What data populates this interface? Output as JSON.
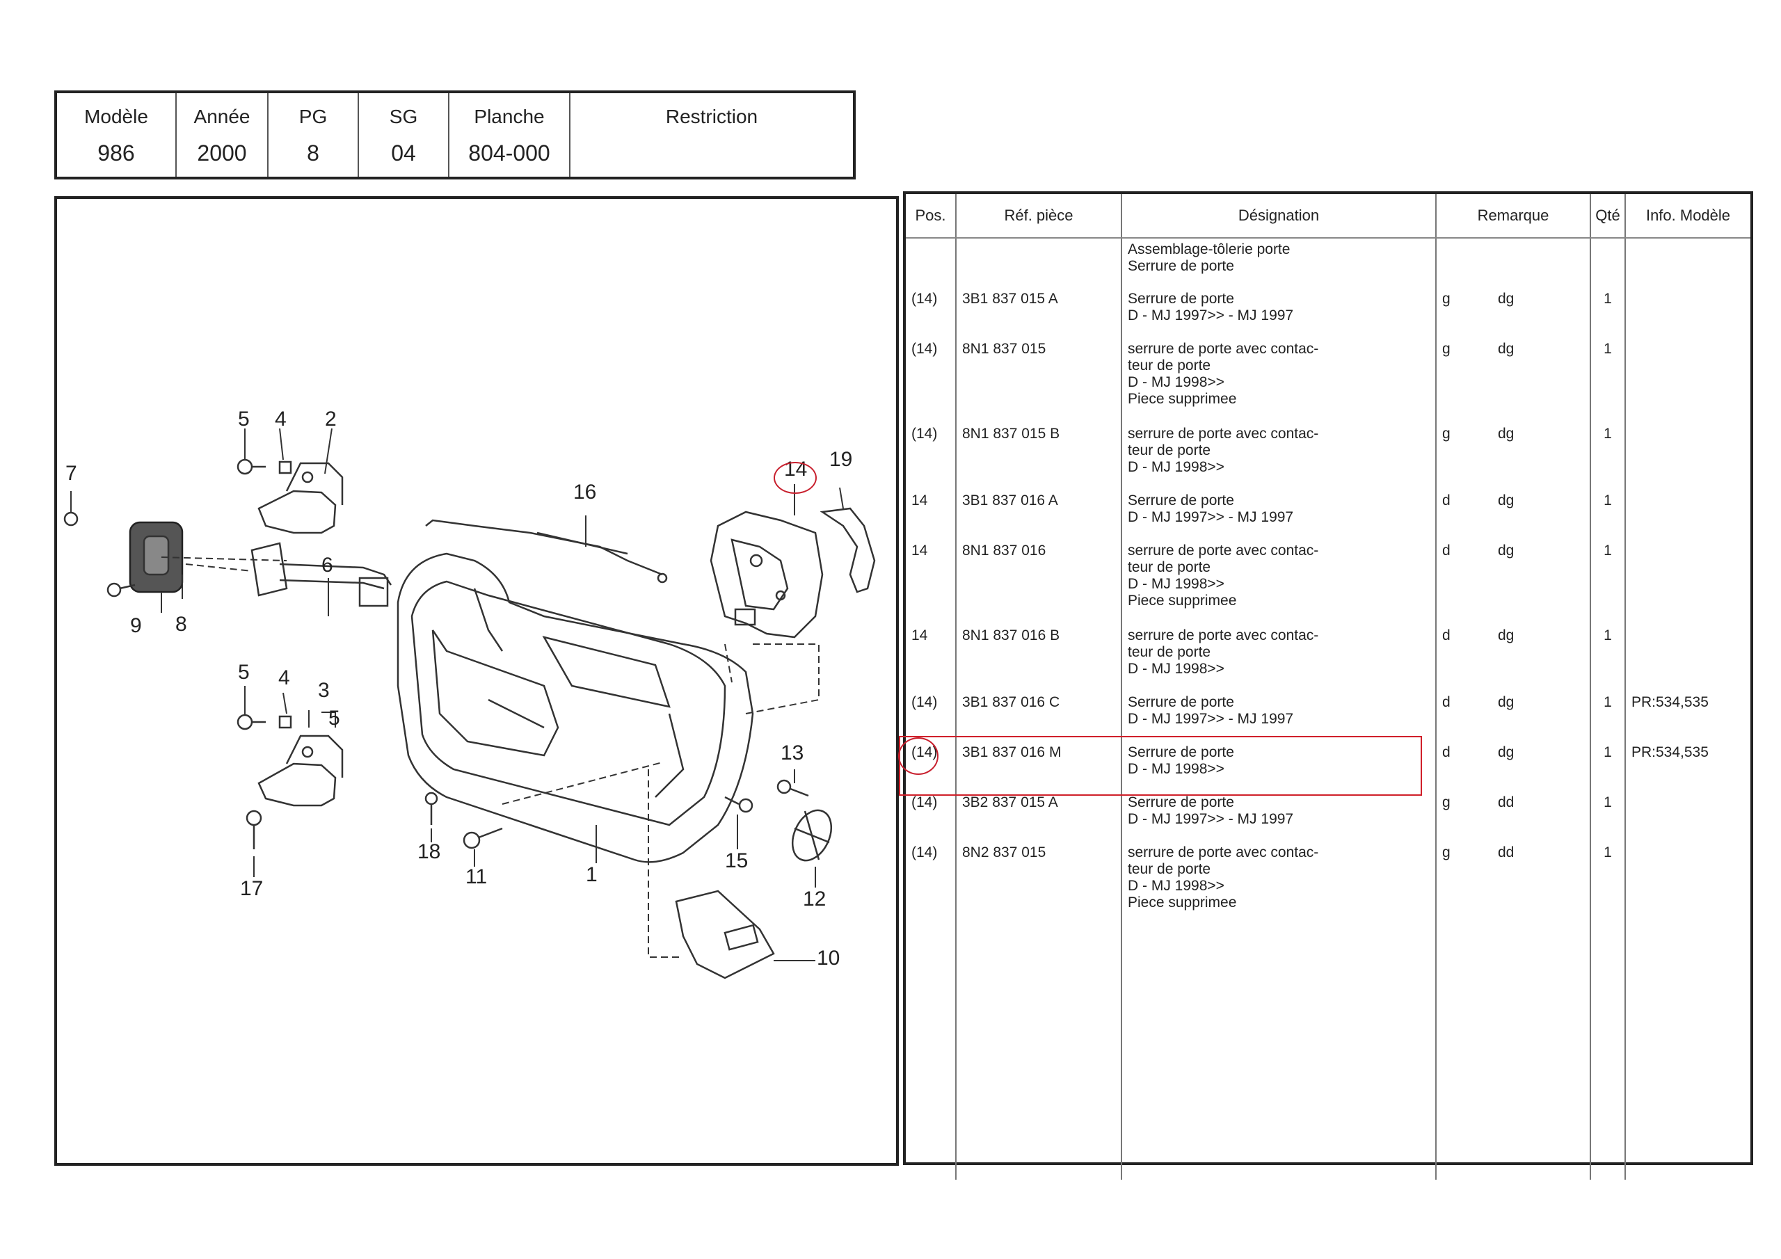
{
  "header": {
    "labels": [
      "Modèle",
      "Année",
      "PG",
      "SG",
      "Planche",
      "Restriction"
    ],
    "values": [
      "986",
      "2000",
      "8",
      "04",
      "804-000",
      ""
    ]
  },
  "diagram": {
    "callouts": [
      "1",
      "2",
      "3",
      "4",
      "4",
      "5",
      "5",
      "5",
      "6",
      "7",
      "8",
      "9",
      "10",
      "11",
      "12",
      "13",
      "14",
      "15",
      "16",
      "17",
      "18",
      "19"
    ]
  },
  "parts": {
    "columns": [
      "Pos.",
      "Réf. pièce",
      "Désignation",
      "Remarque",
      "Qté",
      "Info. Modèle"
    ],
    "rows": [
      {
        "pos": "",
        "ref": "",
        "des": [
          "Assemblage-tôlerie porte",
          "Serrure de porte"
        ],
        "rem1": "",
        "rem2": "",
        "qty": "",
        "info": ""
      },
      {
        "pos": "(14)",
        "ref": "3B1 837 015 A",
        "des": [
          "Serrure de porte",
          "D -    MJ 1997>> -    MJ 1997"
        ],
        "rem1": "g",
        "rem2": "dg",
        "qty": "1",
        "info": ""
      },
      {
        "pos": "(14)",
        "ref": "8N1 837 015",
        "des": [
          "serrure de porte avec contac-",
          "teur de porte",
          "D -    MJ 1998>>",
          "Piece supprimee"
        ],
        "rem1": "g",
        "rem2": "dg",
        "qty": "1",
        "info": ""
      },
      {
        "pos": "(14)",
        "ref": "8N1 837 015 B",
        "des": [
          "serrure de porte avec contac-",
          "teur de porte",
          "D -    MJ 1998>>"
        ],
        "rem1": "g",
        "rem2": "dg",
        "qty": "1",
        "info": ""
      },
      {
        "pos": "14",
        "ref": "3B1 837 016 A",
        "des": [
          "Serrure de porte",
          "D -    MJ 1997>> -    MJ 1997"
        ],
        "rem1": "d",
        "rem2": "dg",
        "qty": "1",
        "info": ""
      },
      {
        "pos": "14",
        "ref": "8N1 837 016",
        "des": [
          "serrure de porte avec contac-",
          "teur de porte",
          "D -    MJ 1998>>",
          "Piece supprimee"
        ],
        "rem1": "d",
        "rem2": "dg",
        "qty": "1",
        "info": ""
      },
      {
        "pos": "14",
        "ref": "8N1 837 016 B",
        "des": [
          "serrure de porte avec contac-",
          "teur de porte",
          "D -    MJ 1998>>"
        ],
        "rem1": "d",
        "rem2": "dg",
        "qty": "1",
        "info": ""
      },
      {
        "pos": "(14)",
        "ref": "3B1 837 016 C",
        "des": [
          "Serrure de porte",
          "D -    MJ 1997>> -    MJ 1997"
        ],
        "rem1": "d",
        "rem2": "dg",
        "qty": "1",
        "info": "PR:534,535"
      },
      {
        "pos": "(14)",
        "ref": "3B1 837 016 M",
        "des": [
          "Serrure de porte",
          "D -    MJ 1998>>"
        ],
        "rem1": "d",
        "rem2": "dg",
        "qty": "1",
        "info": "PR:534,535"
      },
      {
        "pos": "(14)",
        "ref": "3B2 837 015 A",
        "des": [
          "Serrure de porte",
          "D -    MJ 1997>> -    MJ 1997"
        ],
        "rem1": "g",
        "rem2": "dd",
        "qty": "1",
        "info": ""
      },
      {
        "pos": "(14)",
        "ref": "8N2 837 015",
        "des": [
          "serrure de porte avec contac-",
          "teur de porte",
          "D -    MJ 1998>>",
          "Piece supprimee"
        ],
        "rem1": "g",
        "rem2": "dd",
        "qty": "1",
        "info": ""
      }
    ]
  }
}
